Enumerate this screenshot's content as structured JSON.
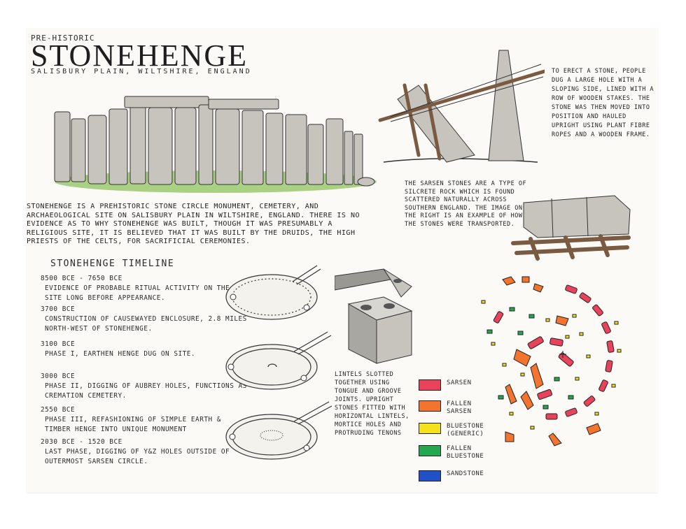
{
  "header": {
    "pretitle": "PRE-HISTORIC",
    "title": "STONEHENGE",
    "subtitle": "SALISBURY PLAIN, WILTSHIRE, ENGLAND"
  },
  "intro": {
    "text": "STONEHENGE IS A PREHISTORIC STONE CIRCLE MONUMENT, CEMETERY, AND ARCHAEOLOGICAL SITE ON SALISBURY PLAIN IN WILTSHIRE, ENGLAND. THERE IS NO EVIDENCE AS TO WHY STONEHENGE WAS BUILT, THOUGH IT WAS PRESUMABLY A RELIGIOUS SITE, IT IS BELIEVED THAT IT WAS BUILT BY THE DRUIDS, THE HIGH PRIESTS OF THE CELTS, FOR SACRIFICIAL CEREMONIES."
  },
  "erect_note": "TO ERECT A STONE, PEOPLE DUG A LARGE HOLE WITH A SLOPING SIDE, LINED WITH A ROW OF WOODEN STAKES. THE STONE WAS THEN MOVED INTO POSITION AND HAULED UPRIGHT USING PLANT FIBRE ROPES AND A WOODEN FRAME.",
  "sarsen_note": "THE SARSEN STONES ARE A TYPE OF SILCRETE ROCK WHICH IS FOUND SCATTERED NATURALLY ACROSS SOUTHERN ENGLAND. THE IMAGE ON THE RIGHT IS AN EXAMPLE OF HOW THE STONES WERE TRANSPORTED.",
  "lintel_note": "LINTELS SLOTTED TOGETHER USING TONGUE AND GROOVE JOINTS. UPRIGHT STONES FITTED WITH HORIZONTAL LINTELS, MORTICE HOLES AND PROTRUDING TENONS",
  "timeline": {
    "title": "STONEHENGE TIMELINE",
    "items": [
      {
        "date": "8500 BCE - 7650 BCE",
        "text": "EVIDENCE OF PROBABLE RITUAL ACTIVITY ON THE SITE LONG BEFORE APPEARANCE."
      },
      {
        "date": "3700 BCE",
        "text": "CONSTRUCTION OF CAUSEWAYED ENCLOSURE, 2.8 MILES NORTH-WEST OF STONEHENGE."
      },
      {
        "date": "3100 BCE",
        "text": "PHASE I, EARTHEN HENGE DUG ON SITE."
      },
      {
        "date": "3000 BCE",
        "text": "PHASE II, DIGGING OF AUBREY HOLES, FUNCTIONS AS CREMATION CEMETERY."
      },
      {
        "date": "2550 BCE",
        "text": "PHASE III, REFASHIONING OF SIMPLE EARTH & TIMBER HENGE INTO UNIQUE MONUMENT"
      },
      {
        "date": "2030 BCE - 1520 BCE",
        "text": "LAST PHASE, DIGGING OF Y&Z HOLES OUTSIDE OF OUTERMOST SARSEN CIRCLE."
      }
    ]
  },
  "legend": {
    "items": [
      {
        "label": "SARSEN",
        "color": "#e8435a"
      },
      {
        "label": "FALLEN SARSEN",
        "color": "#f2742e"
      },
      {
        "label": "BLUESTONE (GENERIC)",
        "color": "#f4e21e"
      },
      {
        "label": "FALLEN BLUESTONE",
        "color": "#25a650"
      },
      {
        "label": "SANDSTONE",
        "color": "#2150c8"
      }
    ]
  },
  "colors": {
    "stone_grey": "#b9b6b0",
    "grass": "#8fc25c",
    "wood": "#7a5a40"
  }
}
